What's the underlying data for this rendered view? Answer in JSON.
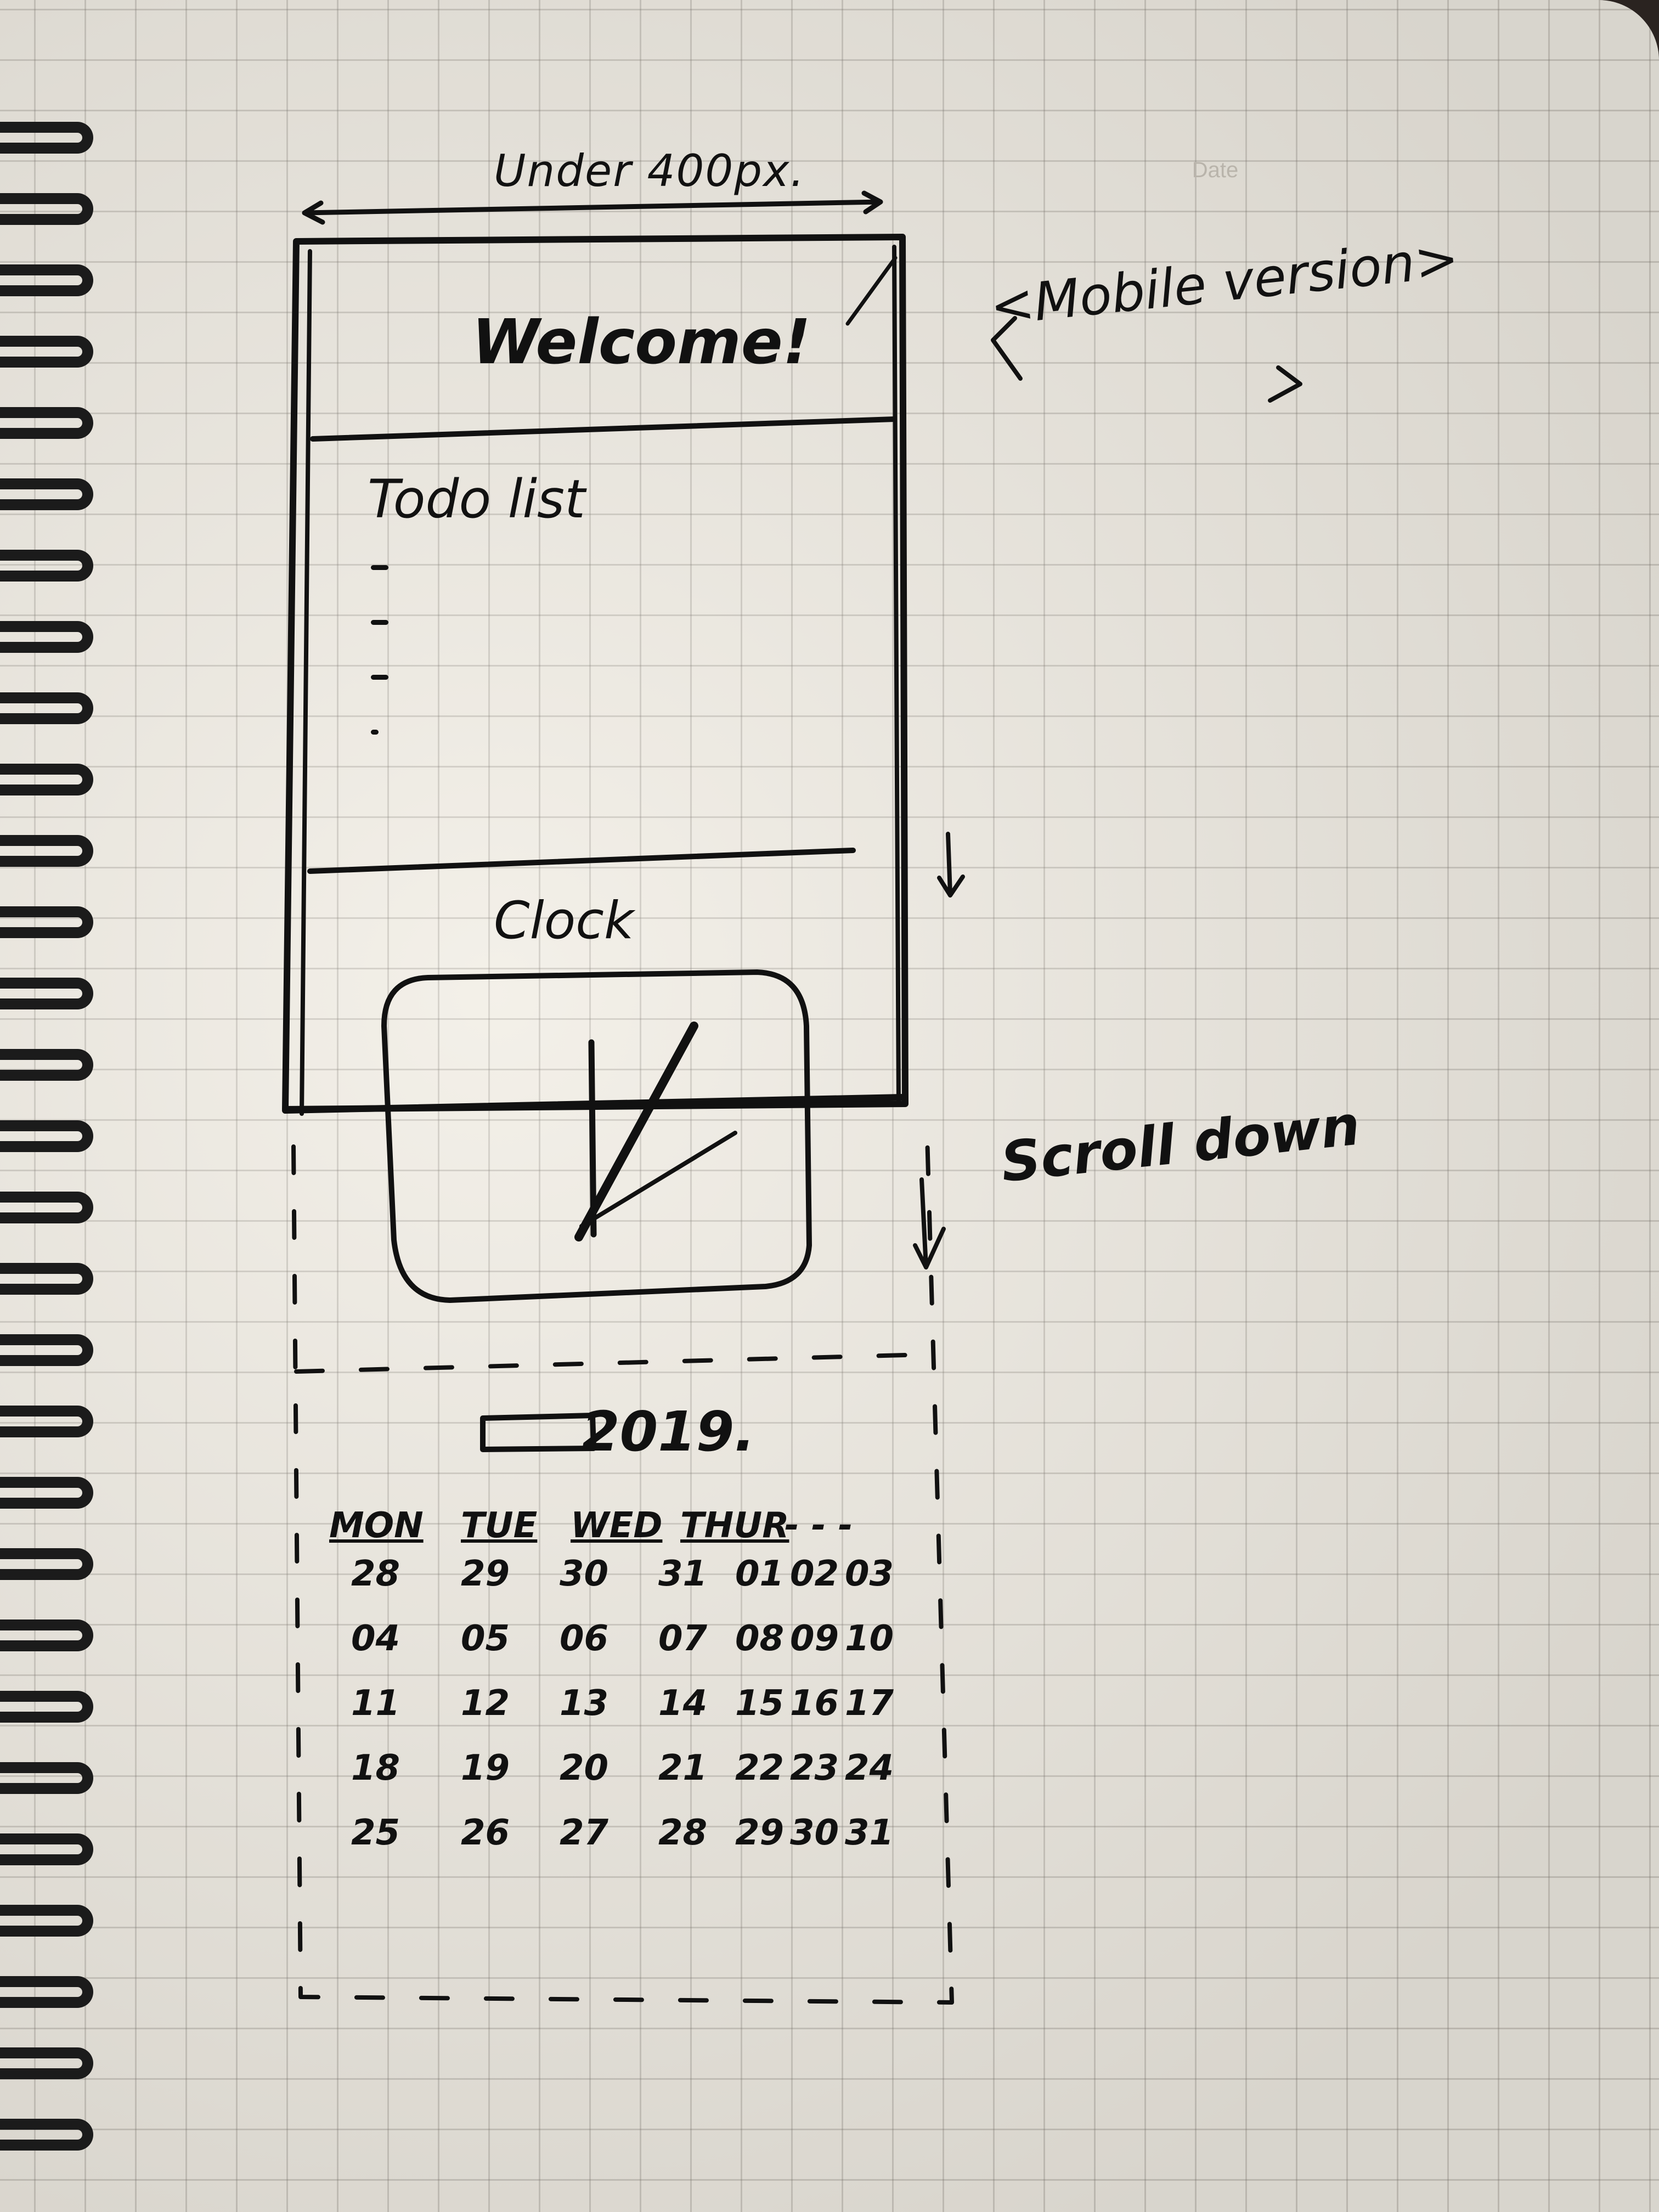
{
  "notebook": {
    "date_label": "Date"
  },
  "sketch": {
    "width_annotation": "Under 400px.",
    "platform_note": "<Mobile version>",
    "scroll_note": "Scroll down",
    "header": {
      "title": "Welcome!"
    },
    "todo": {
      "title": "Todo list",
      "bullets": 4
    },
    "clock": {
      "title": "Clock"
    },
    "calendar": {
      "month_year": "2019.",
      "weekdays": [
        "MON",
        "TUE",
        "WED",
        "THUR",
        "- - -"
      ],
      "weeks": [
        [
          "28",
          "29",
          "30",
          "31",
          "01",
          "02",
          "03"
        ],
        [
          "04",
          "05",
          "06",
          "07",
          "08",
          "09",
          "10"
        ],
        [
          "11",
          "12",
          "13",
          "14",
          "15",
          "16",
          "17"
        ],
        [
          "18",
          "19",
          "20",
          "21",
          "22",
          "23",
          "24"
        ],
        [
          "25",
          "26",
          "27",
          "28",
          "29",
          "30",
          "31"
        ]
      ]
    }
  }
}
